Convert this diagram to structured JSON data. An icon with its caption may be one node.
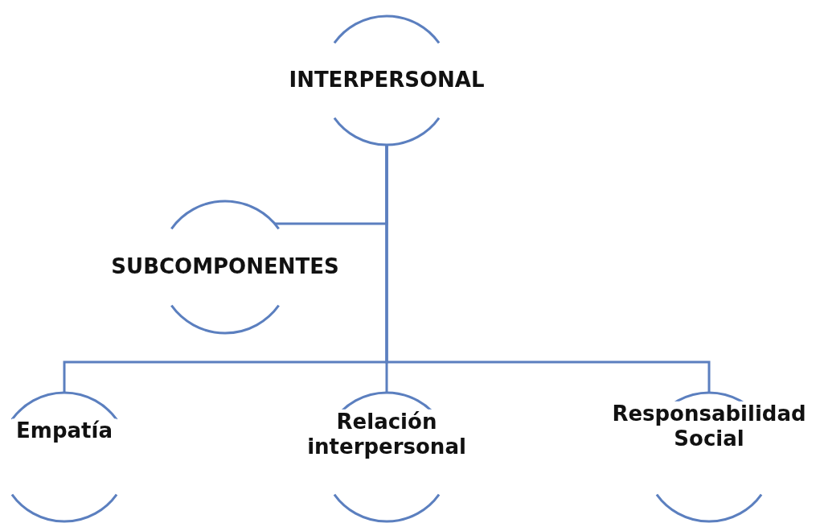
{
  "diagram": {
    "nodes": [
      {
        "text": [
          "INTERPERSONAL"
        ]
      },
      {
        "text": [
          "SUBCOMPONENTES"
        ]
      },
      {
        "text": [
          "Empatía"
        ]
      },
      {
        "text": [
          "Relación interpersonal"
        ]
      },
      {
        "text": [
          "Responsabilidad Social"
        ]
      }
    ],
    "edges": [
      {
        "from": 0,
        "to": 1,
        "arrow": "none"
      },
      {
        "from": 0,
        "to": 2,
        "arrow": "none"
      },
      {
        "from": 0,
        "to": 3,
        "arrow": "none"
      },
      {
        "from": 0,
        "to": 4,
        "arrow": "none"
      }
    ]
  }
}
